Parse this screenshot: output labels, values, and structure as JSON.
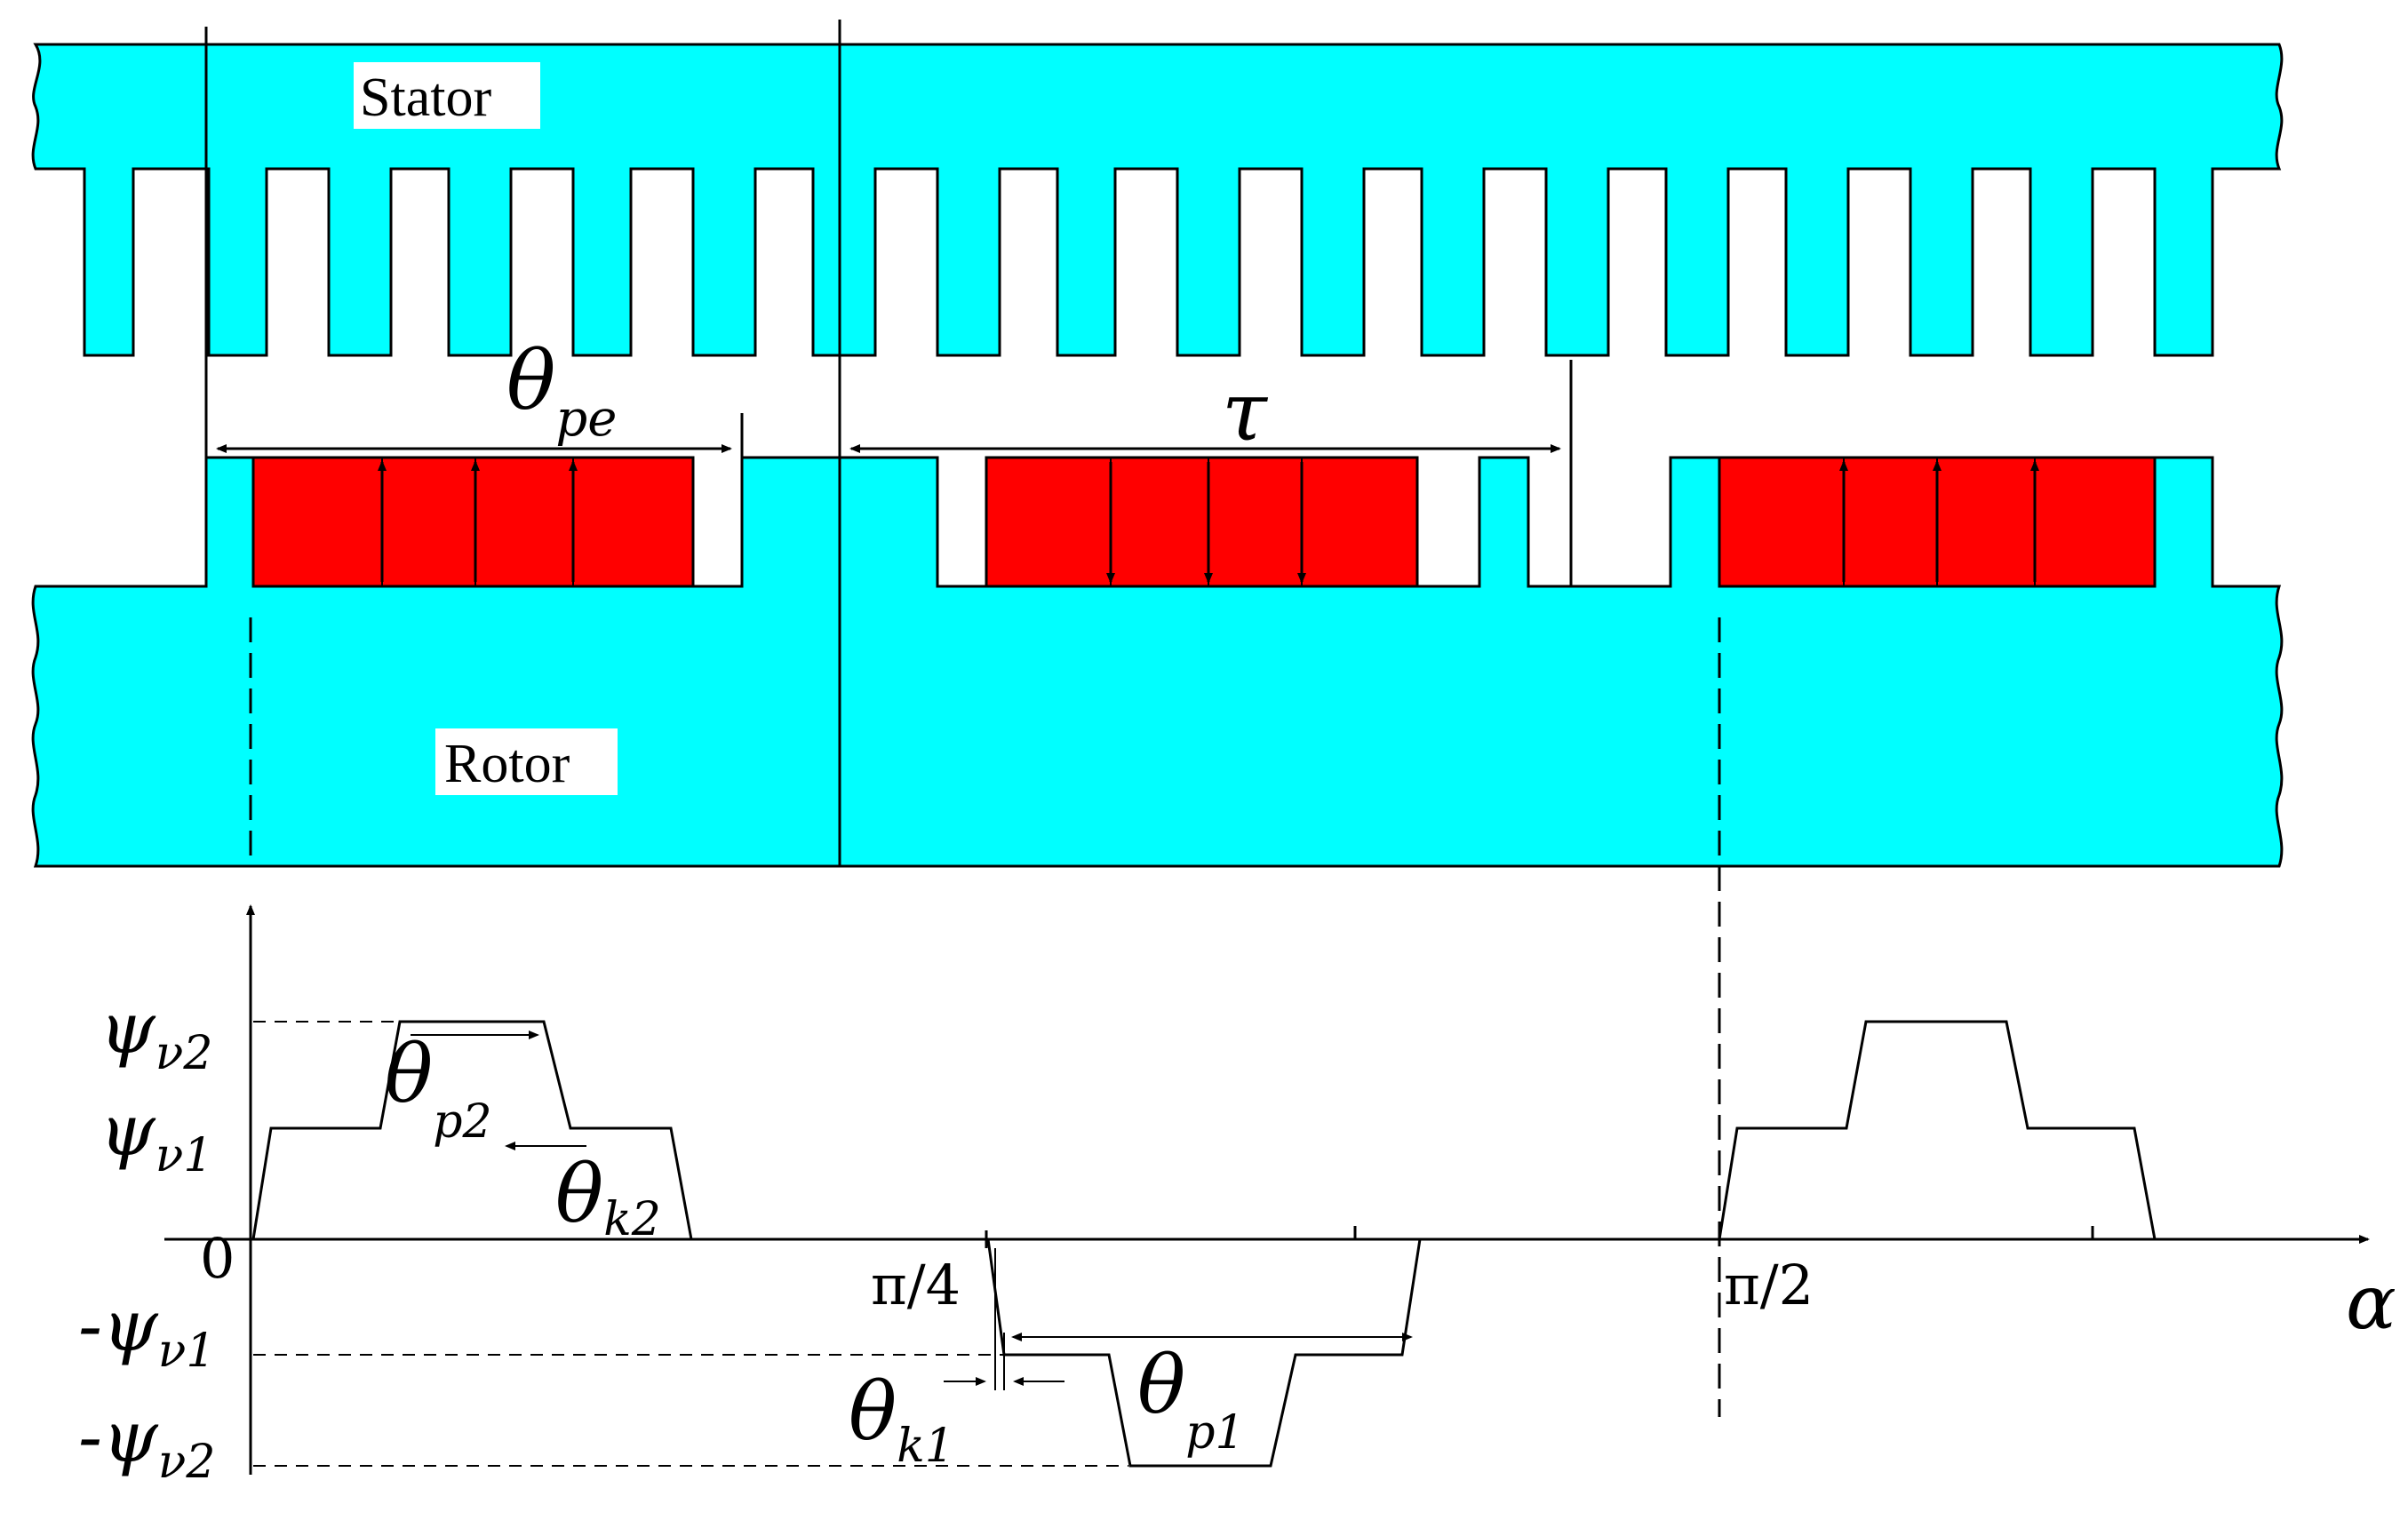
{
  "colors": {
    "iron": "#00ffff",
    "magnet": "#ff0000",
    "line": "#000000",
    "label_bg": "#ffffff"
  },
  "labels": {
    "stator": "Stator",
    "rotor": "Rotor"
  },
  "dimensions": {
    "theta": "θ",
    "theta_pe_sub": "pe",
    "tau": "τ",
    "theta_p2_sub": "p2",
    "theta_k2_sub": "k2",
    "theta_p1_sub": "p1",
    "theta_k1_sub": "k1"
  },
  "axis": {
    "zero": "0",
    "pi_over_4": "π/4",
    "pi_over_2": "π/2",
    "alpha": "α"
  },
  "flux_levels": {
    "psi": "ψ",
    "minus": "-",
    "v2_sub": "ν2",
    "v1_sub": "ν1"
  },
  "magnets": [
    {
      "name": "magnet-1",
      "polarity": "up"
    },
    {
      "name": "magnet-2",
      "polarity": "down"
    },
    {
      "name": "magnet-3",
      "polarity": "up"
    }
  ]
}
